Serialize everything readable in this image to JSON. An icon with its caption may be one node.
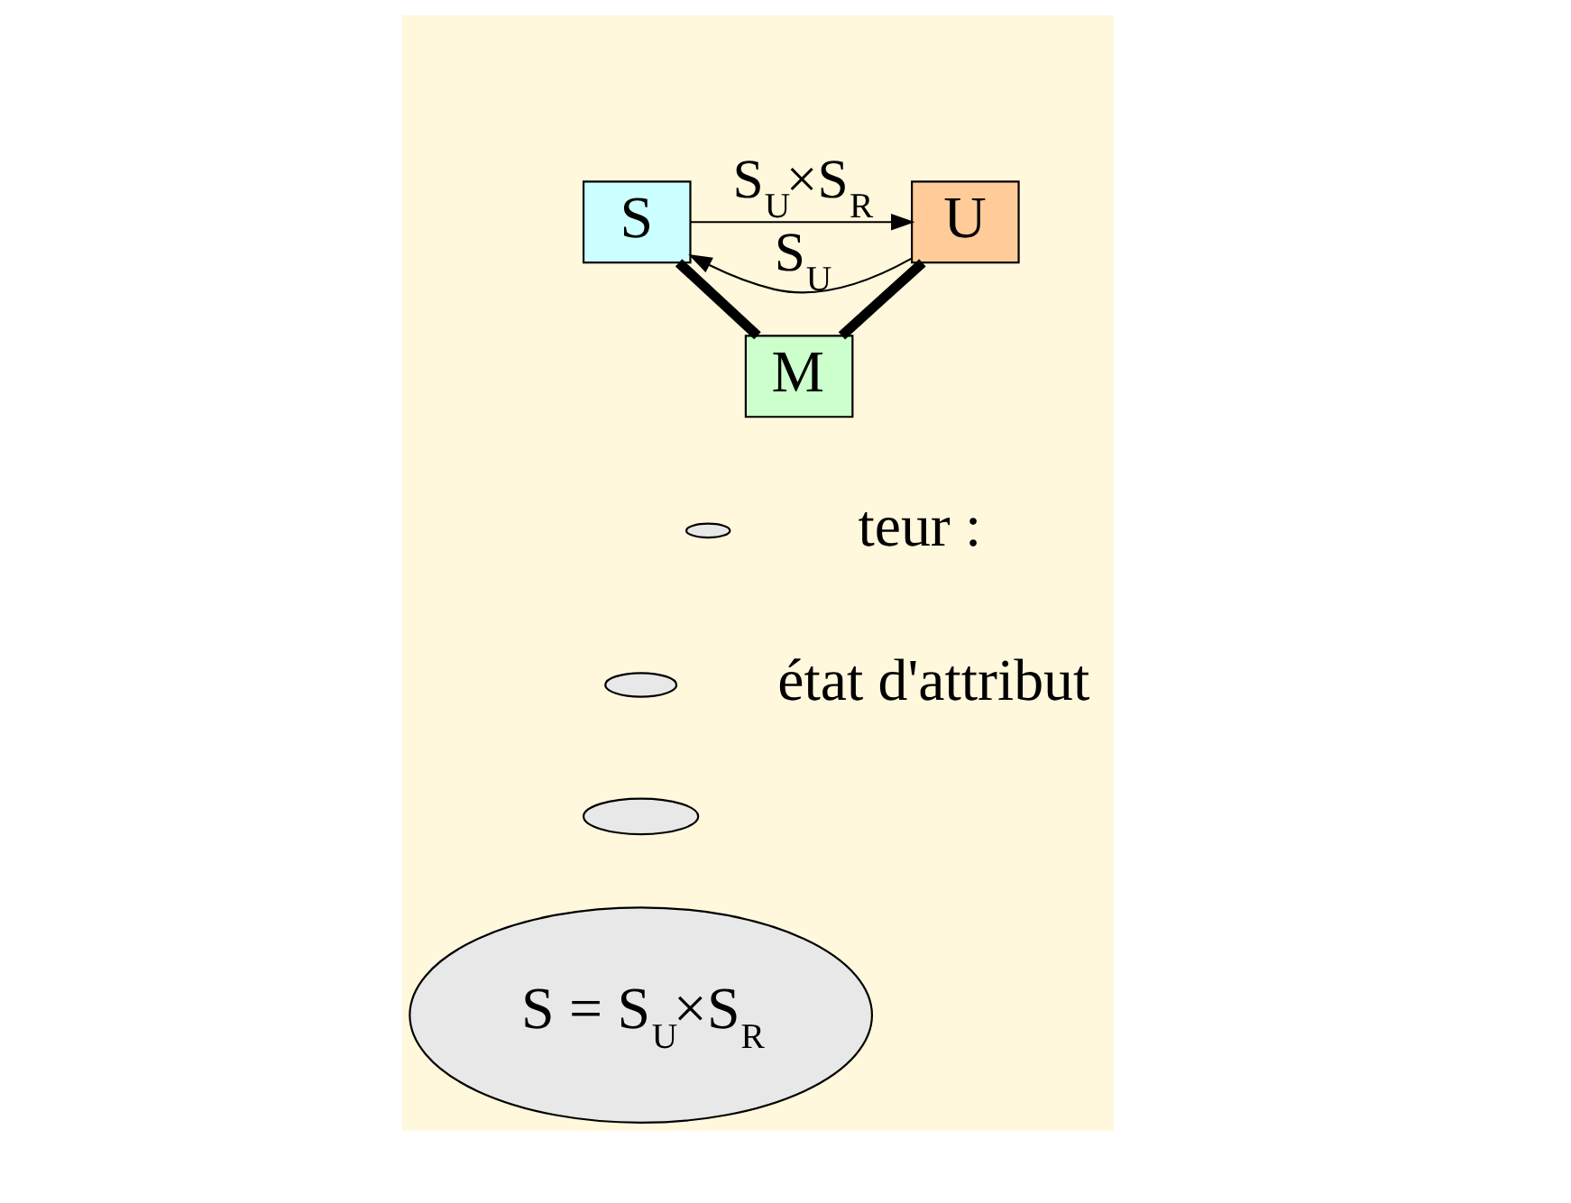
{
  "diagram": {
    "nodes": [
      {
        "text": [
          "U"
        ]
      },
      {
        "text": [
          "S"
        ]
      },
      {
        "text": [
          "M"
        ]
      },
      {
        "text": [],
        "shape": "ellipse"
      },
      {
        "text": [],
        "shape": "ellipse"
      },
      {
        "text": [],
        "shape": "ellipse"
      },
      {
        "text": [
          "S = S$_{U}$×S$_{R}$"
        ]
      }
    ],
    "edges": [
      {
        "from": 1,
        "to": 0,
        "arrow": "to",
        "label": "S$_{U}$×S$_{R}$"
      },
      {
        "from": 0,
        "to": 1,
        "arrow": "to",
        "label": "S$_{U}$"
      },
      {
        "from": 0,
        "to": 2,
        "arrow": "none",
        "style": "thick"
      },
      {
        "from": 1,
        "to": 2,
        "arrow": "none",
        "style": "thick"
      }
    ],
    "labels": [
      "teur :",
      "état d'attribut"
    ]
  }
}
